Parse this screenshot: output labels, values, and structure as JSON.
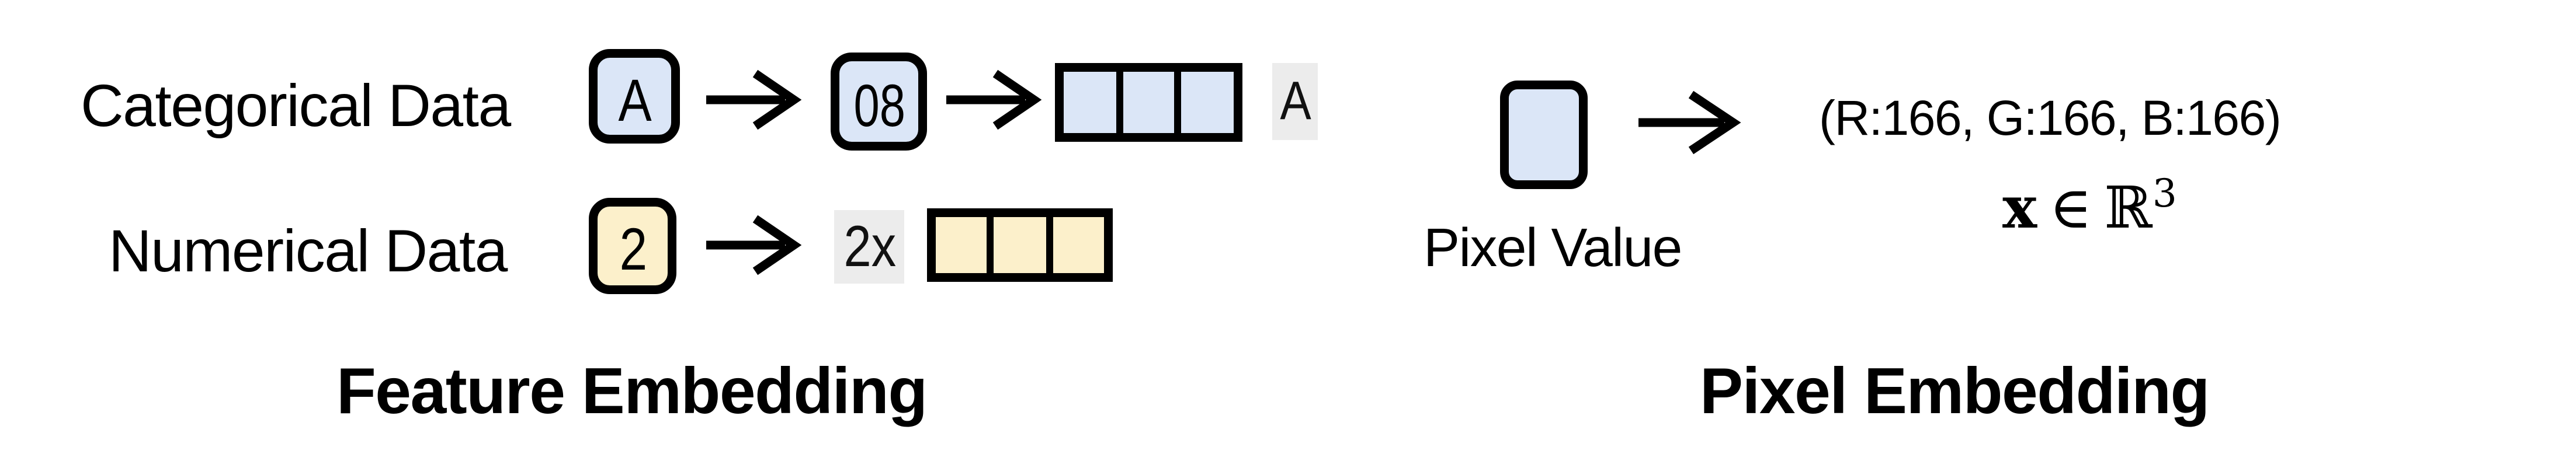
{
  "colors": {
    "categorical_fill": "#dbe6f7",
    "numerical_fill": "#fcf0cb",
    "chip_bg": "#ececec",
    "stroke": "#000000"
  },
  "feature_embedding": {
    "caption": "Feature Embedding",
    "categorical": {
      "label": "Categorical Data",
      "raw_value": "A",
      "token_id": "08",
      "vector_cells": 3,
      "vector_tag": "A"
    },
    "numerical": {
      "label": "Numerical Data",
      "raw_value": "2",
      "multiplier": "2x",
      "vector_cells": 3
    }
  },
  "pixel_embedding": {
    "caption": "Pixel Embedding",
    "source_label": "Pixel Value",
    "rgb_text": "(R:166, G:166, B:166)",
    "formula": {
      "vector_symbol": "x",
      "element_of": "∈",
      "set_symbol": "ℝ",
      "dimension": "3"
    }
  }
}
